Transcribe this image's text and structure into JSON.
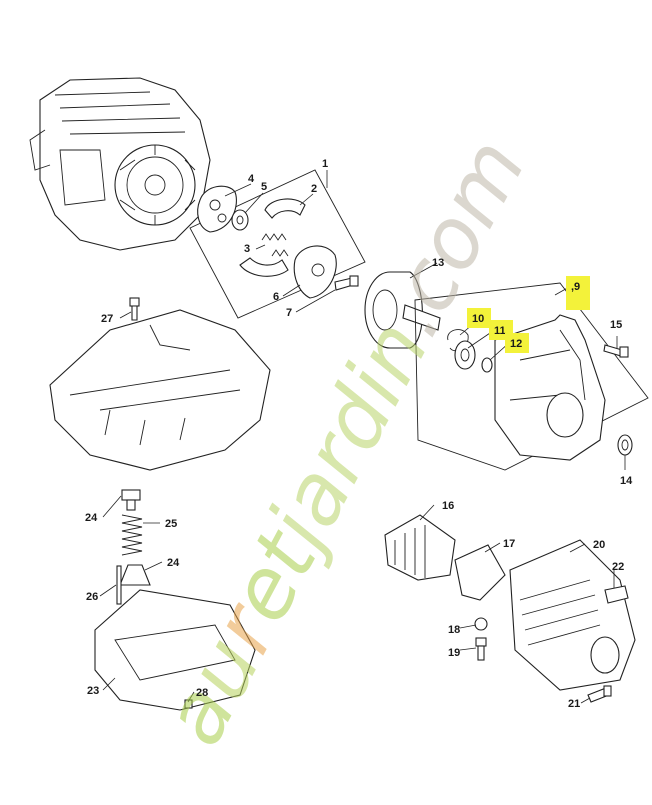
{
  "watermark": {
    "text": "auretjardin.com",
    "colors": {
      "a": "#a8cf4a",
      "u": "#b7d35c",
      "r": "#e8a34a",
      "e": "#a8cf4a",
      "t": "#a8cf4a",
      "rest": "#b9d46a",
      "com": "#bfb8a8"
    }
  },
  "highlight_color": "#f3f23a",
  "callouts": [
    {
      "id": "1",
      "text": "1",
      "highlight": false
    },
    {
      "id": "2",
      "text": "2",
      "highlight": false
    },
    {
      "id": "3",
      "text": "3",
      "highlight": false
    },
    {
      "id": "4",
      "text": "4",
      "highlight": false
    },
    {
      "id": "5",
      "text": "5",
      "highlight": false
    },
    {
      "id": "6",
      "text": "6",
      "highlight": false
    },
    {
      "id": "7",
      "text": "7",
      "highlight": false
    },
    {
      "id": "9",
      "text": ",9",
      "highlight": true
    },
    {
      "id": "10",
      "text": "10",
      "highlight": true
    },
    {
      "id": "11",
      "text": "11",
      "highlight": true
    },
    {
      "id": "12",
      "text": "12",
      "highlight": true
    },
    {
      "id": "13",
      "text": "13",
      "highlight": false
    },
    {
      "id": "14",
      "text": "14",
      "highlight": false
    },
    {
      "id": "15",
      "text": "15",
      "highlight": false
    },
    {
      "id": "16",
      "text": "16",
      "highlight": false
    },
    {
      "id": "17",
      "text": "17",
      "highlight": false
    },
    {
      "id": "18",
      "text": "18",
      "highlight": false
    },
    {
      "id": "19",
      "text": "19",
      "highlight": false
    },
    {
      "id": "20",
      "text": "20",
      "highlight": false
    },
    {
      "id": "21",
      "text": "21",
      "highlight": false
    },
    {
      "id": "22",
      "text": "22",
      "highlight": false
    },
    {
      "id": "23",
      "text": "23",
      "highlight": false
    },
    {
      "id": "24a",
      "text": "24",
      "highlight": false
    },
    {
      "id": "24b",
      "text": "24",
      "highlight": false
    },
    {
      "id": "25",
      "text": "25",
      "highlight": false
    },
    {
      "id": "26",
      "text": "26",
      "highlight": false
    },
    {
      "id": "27",
      "text": "27",
      "highlight": false
    },
    {
      "id": "28",
      "text": "28",
      "highlight": false
    }
  ]
}
